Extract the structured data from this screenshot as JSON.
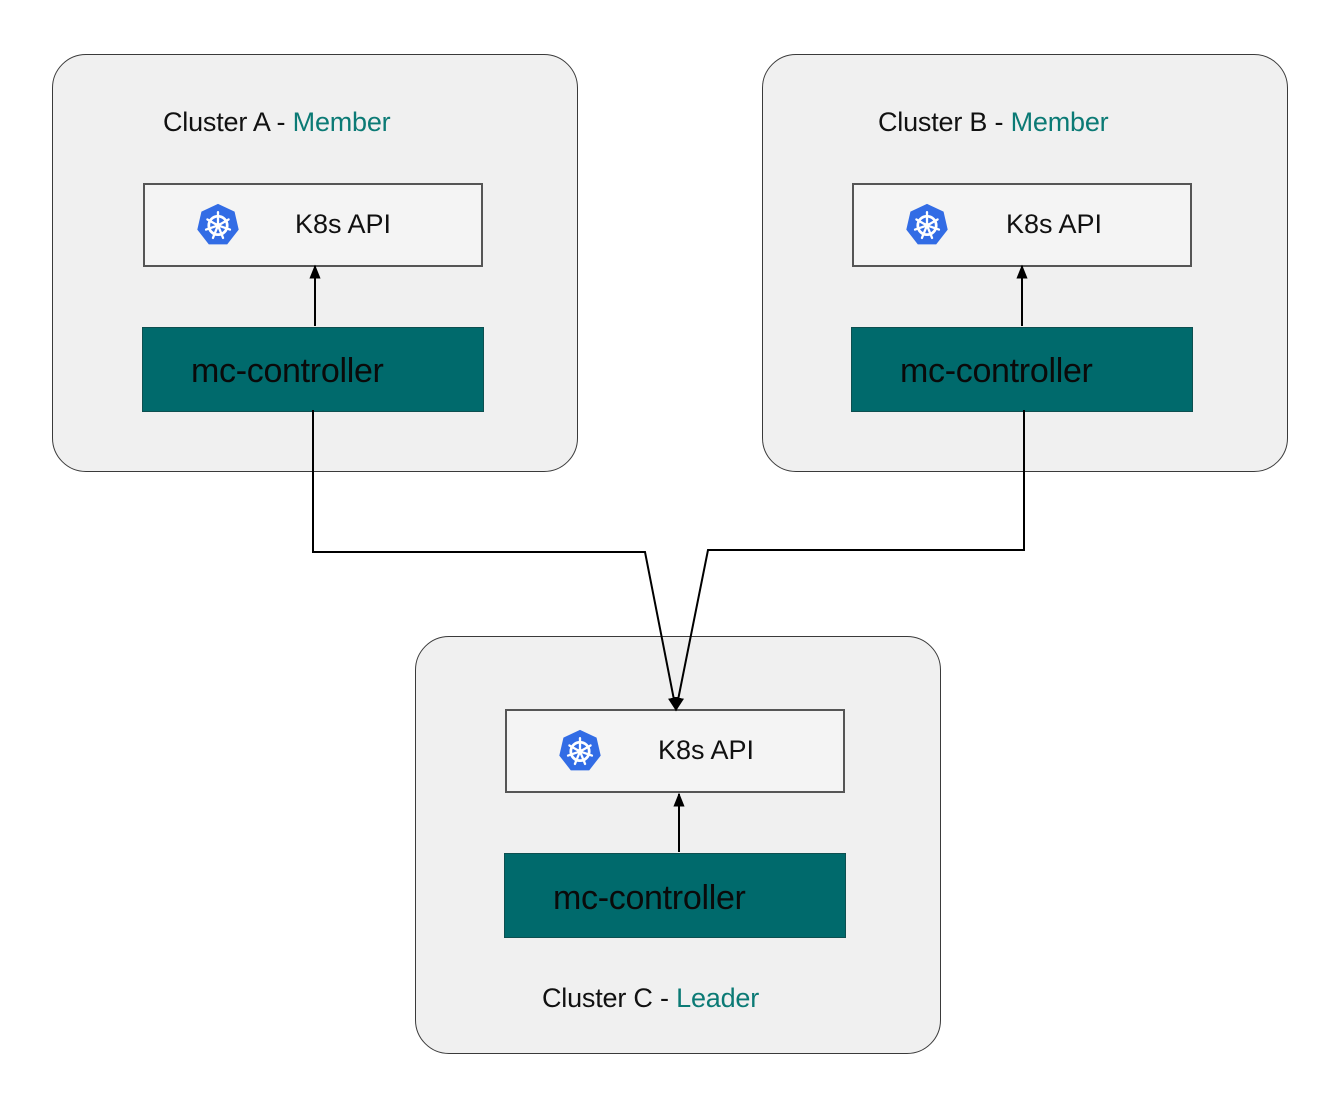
{
  "clusters": {
    "a": {
      "name": "Cluster A - ",
      "role": "Member",
      "api_label": "K8s API",
      "controller_label": "mc-controller"
    },
    "b": {
      "name": "Cluster B - ",
      "role": "Member",
      "api_label": "K8s API",
      "controller_label": "mc-controller"
    },
    "c": {
      "name": "Cluster C - ",
      "role": "Leader",
      "api_label": "K8s API",
      "controller_label": "mc-controller"
    }
  },
  "icons": {
    "api": "kubernetes-icon"
  },
  "colors": {
    "cluster_bg": "#f0f0f0",
    "controller_fill": "#006a6c",
    "role_text": "#0b7a75",
    "k8s_blue": "#326ce5",
    "connector": "#000000"
  }
}
